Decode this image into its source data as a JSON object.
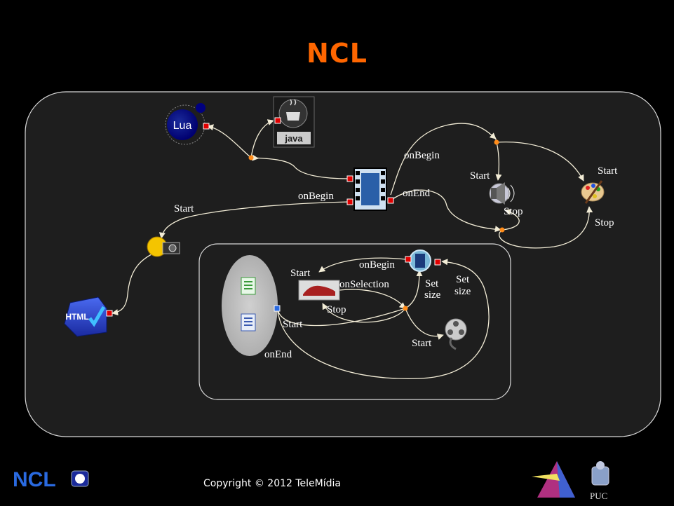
{
  "title": "NCL",
  "footer": {
    "copyright": "Copyright © 2012 TeleMídia",
    "puc_label": "PUC"
  },
  "nodes": {
    "lua": "Lua",
    "java": "java",
    "html": "HTML"
  },
  "labels": {
    "start_camera": "Start",
    "onbegin_main": "onBegin",
    "onbegin_top": "onBegin",
    "onend_main": "onEnd",
    "start_speaker": "Start",
    "stop_speaker": "Stop",
    "start_palette": "Start",
    "stop_palette": "Stop",
    "start_inner": "Start",
    "onbegin_inner": "onBegin",
    "onselection": "onSelection",
    "stop_inner": "Stop",
    "start_doc": "Start",
    "onend_inner": "onEnd",
    "set1": "Set",
    "size1": "size",
    "set2": "Set",
    "size2": "size",
    "start_reel": "Start"
  },
  "colors": {
    "title": "#ff6600",
    "port": "#e00000",
    "junction": "#ff8c1a",
    "wire": "#f2ecd6"
  }
}
